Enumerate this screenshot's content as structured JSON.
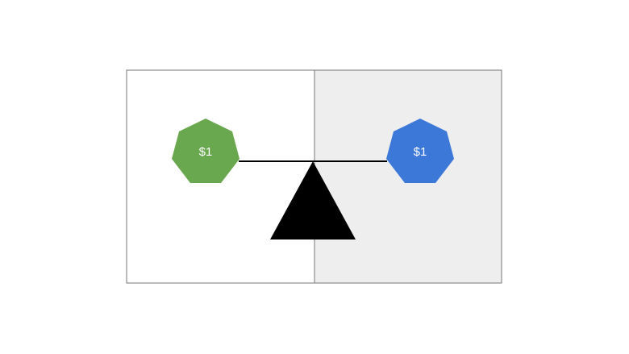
{
  "scale": {
    "left_item": {
      "label": "$1",
      "shape": "heptagon",
      "color": "#6aa84f"
    },
    "right_item": {
      "label": "$1",
      "shape": "heptagon",
      "color": "#3c78d8"
    },
    "fulcrum": {
      "shape": "triangle",
      "color": "#000000"
    },
    "left_panel_color": "#ffffff",
    "right_panel_color": "#eeeeee",
    "label_color": "#ffffff"
  }
}
